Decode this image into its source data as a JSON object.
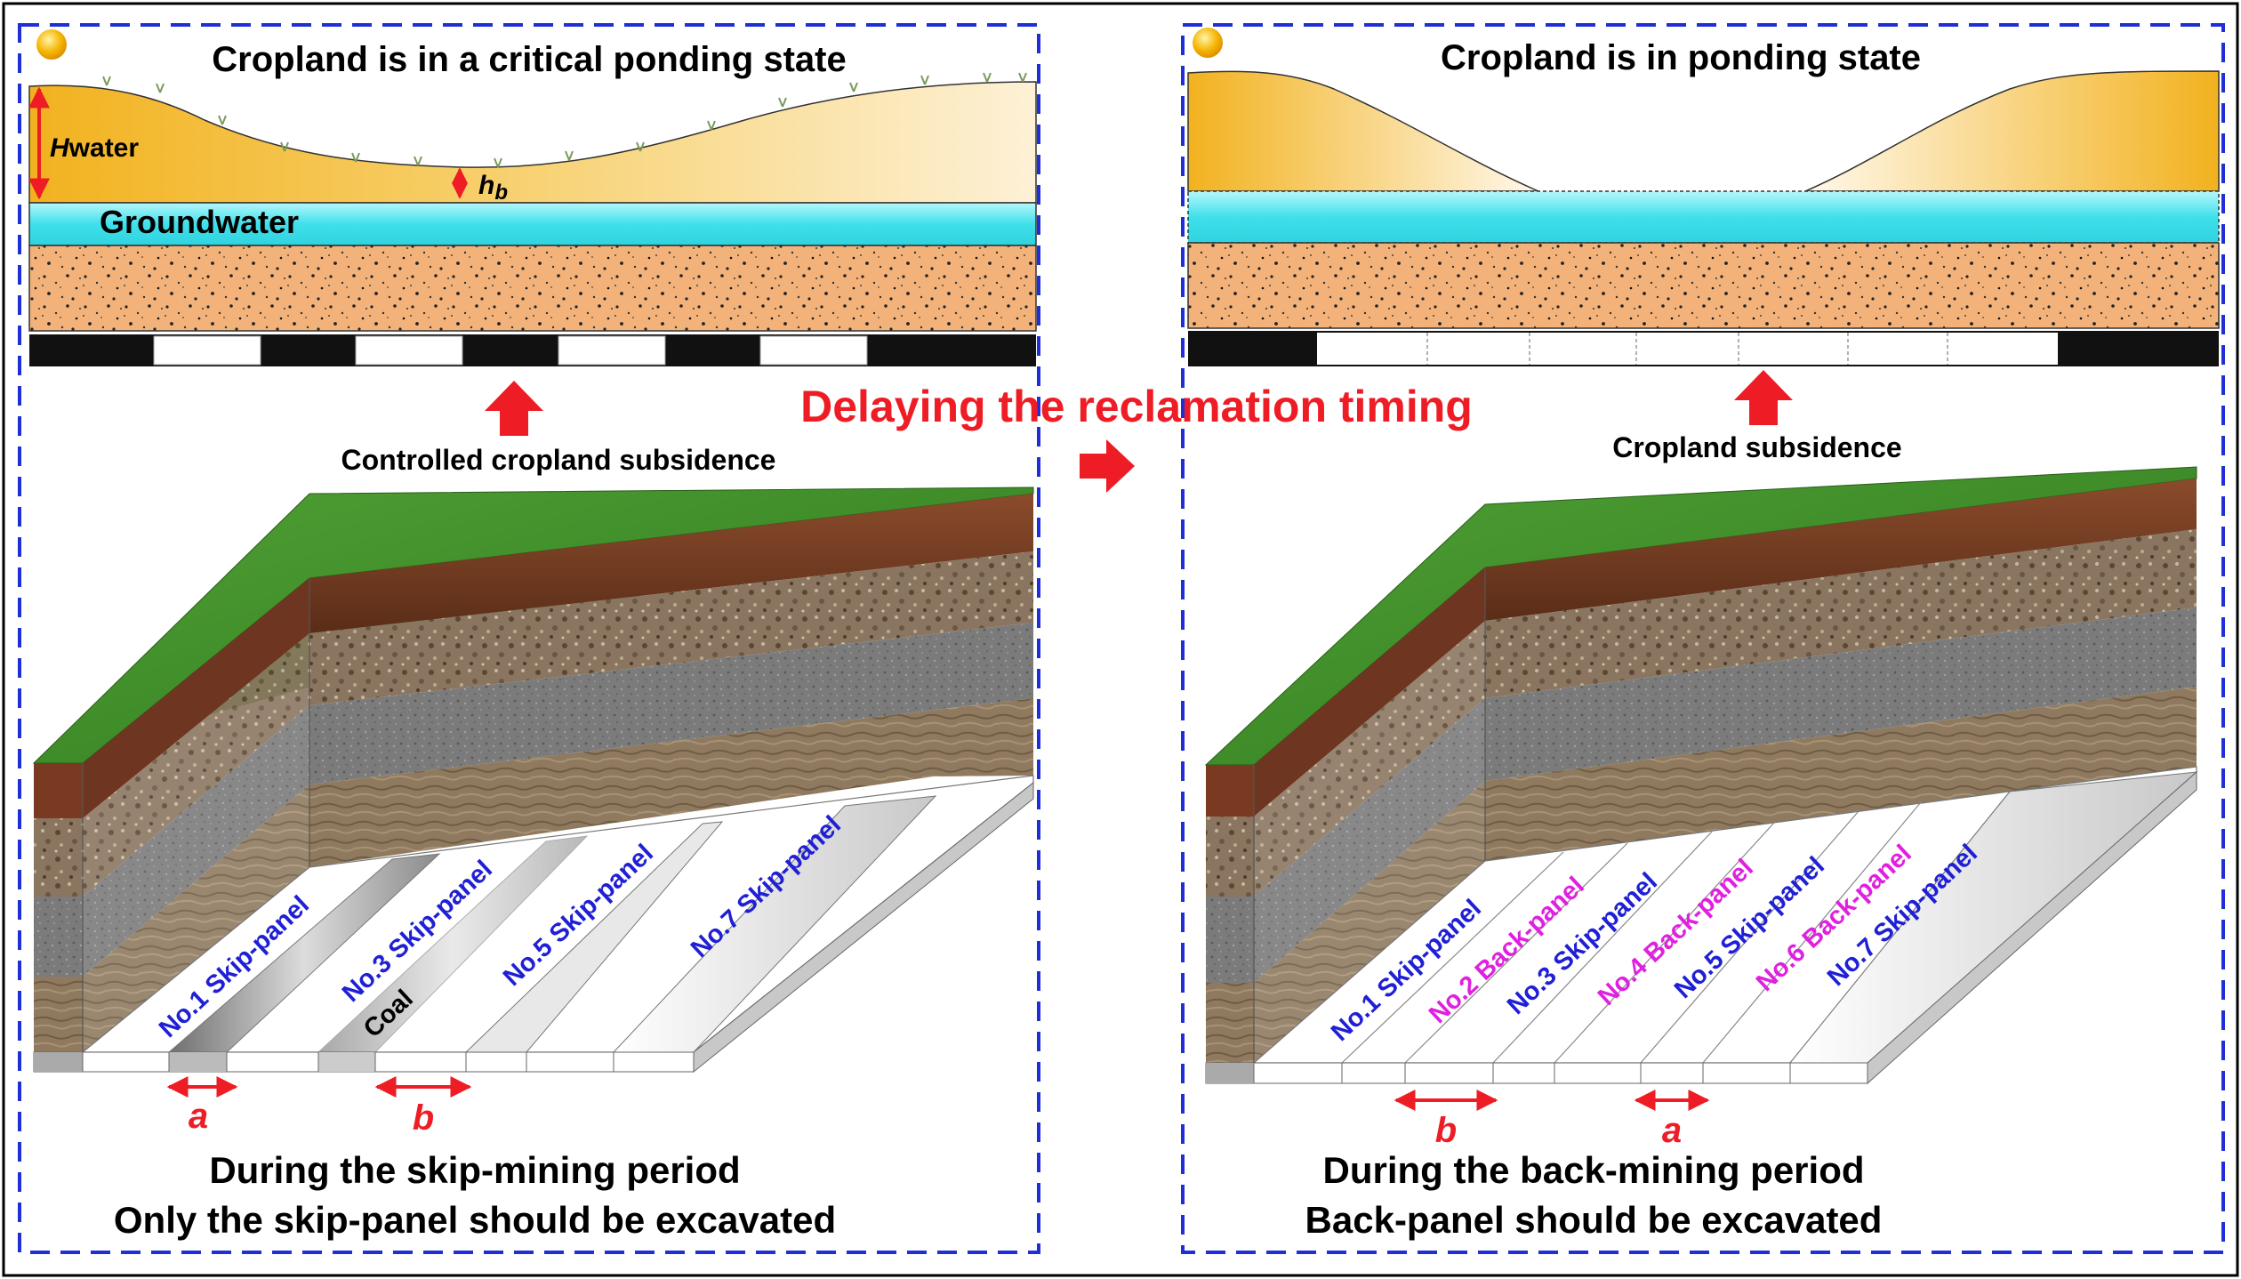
{
  "left_panel": {
    "title": "Cropland is in a critical ponding state",
    "hwater_h": "H",
    "hwater_rest": "water",
    "hb_main": "h",
    "hb_sub": "b",
    "groundwater": "Groundwater",
    "subsidence_label": "Controlled cropland subsidence",
    "panels": [
      "No.1 Skip-panel",
      "No.3 Skip-panel",
      "No.5 Skip-panel",
      "No.7 Skip-panel"
    ],
    "coal": "Coal",
    "dim_a": "a",
    "dim_b": "b",
    "caption_line1": "During the skip-mining period",
    "caption_line2": "Only the skip-panel should be excavated"
  },
  "middle": {
    "transition_label": "Delaying the reclamation timing"
  },
  "right_panel": {
    "title": "Cropland is in ponding state",
    "subsidence_label": "Cropland subsidence",
    "panels": [
      "No.1 Skip-panel",
      "No.2 Back-panel",
      "No.3 Skip-panel",
      "No.4 Back-panel",
      "No.5 Skip-panel",
      "No.6 Back-panel",
      "No.7 Skip-panel"
    ],
    "dim_a": "a",
    "dim_b": "b",
    "caption_line1": "During the back-mining period",
    "caption_line2": "Back-panel should be excavated"
  },
  "colors": {
    "skip_panel_text": "#1f1fd6",
    "back_panel_text": "#e020e0",
    "arrow_red": "#ee1c25",
    "frame_blue": "#1f2fd8",
    "groundwater": "#3fe0ea",
    "soil_orange": "#f2b27a",
    "cropland_gold": "#f3b92e",
    "grass": "#3f8f2a"
  }
}
